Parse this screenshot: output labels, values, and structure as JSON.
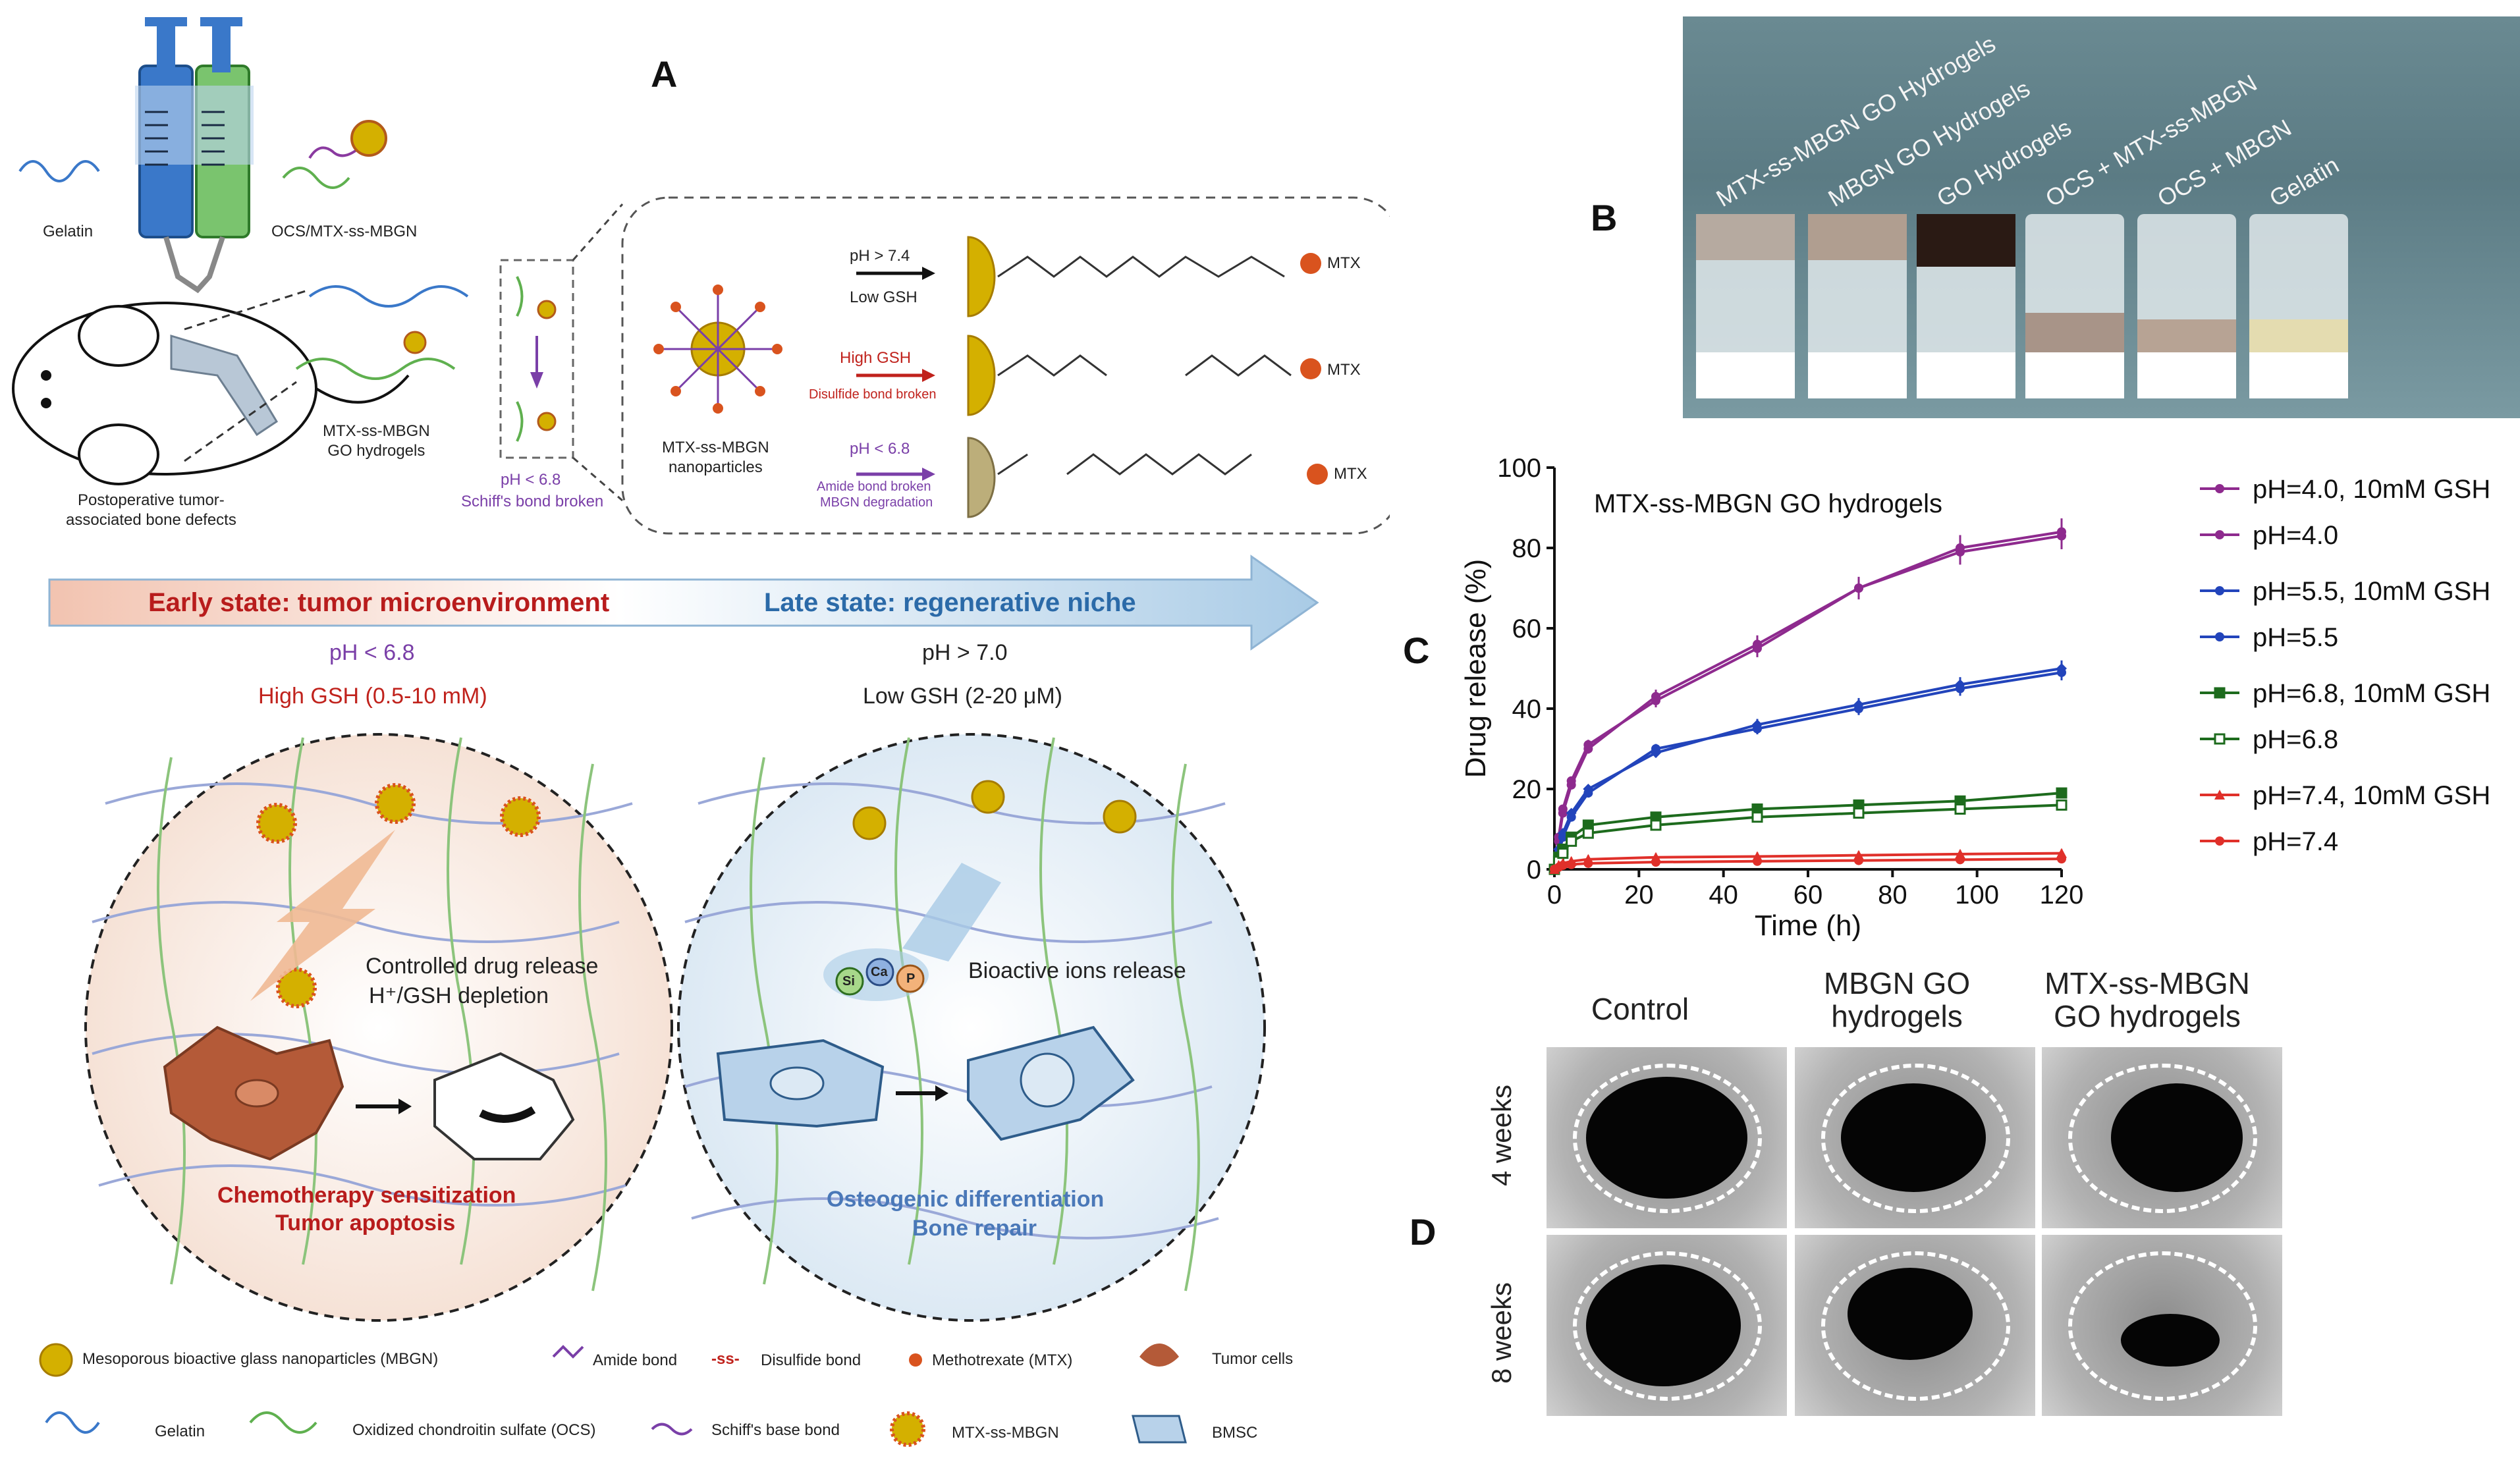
{
  "panels": {
    "a": "A",
    "b": "B",
    "c": "C",
    "d": "D"
  },
  "panelA": {
    "gelatin": "Gelatin",
    "ocs_mtx": "OCS/MTX-ss-MBGN",
    "hydrogel_label": "MTX-ss-MBGN\nGO hydrogels",
    "mouse_label": "Postoperative tumor-\nassociated bone defects",
    "ph68_schiff": "pH < 6.8",
    "schiff_broken": "Schiff's bond broken",
    "np_label": "MTX-ss-MBGN\nnanoparticles",
    "cond1_top": "pH > 7.4",
    "cond1_bottom": "Low GSH",
    "cond2_top": "High GSH",
    "cond2_bottom": "Disulfide bond broken",
    "cond3_top": "pH < 6.8",
    "cond3_bottom1": "Amide bond broken",
    "cond3_bottom2": "MBGN degradation",
    "mtx": "MTX",
    "early_state": "Early state: tumor microenvironment",
    "late_state": "Late state: regenerative niche",
    "early_ph": "pH < 6.8",
    "early_gsh": "High GSH (0.5-10 mM)",
    "late_ph": "pH > 7.0",
    "late_gsh": "Low GSH (2-20 μM)",
    "left_release1": "Controlled drug release",
    "left_release2": "H⁺/GSH depletion",
    "left_outcome1": "Chemotherapy sensitization",
    "left_outcome2": "Tumor apoptosis",
    "right_release": "Bioactive ions release",
    "ion_si": "Si",
    "ion_ca": "Ca",
    "ion_p": "P",
    "right_outcome1": "Osteogenic differentiation",
    "right_outcome2": "Bone repair"
  },
  "legend": {
    "mbgn": "Mesoporous bioactive glass nanoparticles (MBGN)",
    "amide": "Amide bond",
    "disulfide": "Disulfide bond",
    "mtx": "Methotrexate (MTX)",
    "tumor": "Tumor cells",
    "gelatin": "Gelatin",
    "ocs": "Oxidized chondroitin sulfate (OCS)",
    "schiff": "Schiff's base bond",
    "mtx_mbgn": "MTX-ss-MBGN",
    "bmsc": "BMSC",
    "ss_symbol": "-ss-"
  },
  "panelB": {
    "labels": [
      "MTX-ss-MBGN GO Hydrogels",
      "MBGN GO Hydrogels",
      "GO Hydrogels",
      "OCS + MTX-ss-MBGN",
      "OCS + MBGN",
      "Gelatin"
    ]
  },
  "chart_data": {
    "type": "line",
    "title": "MTX-ss-MBGN GO hydrogels",
    "xlabel": "Time (h)",
    "ylabel": "Drug release (%)",
    "xlim": [
      0,
      120
    ],
    "ylim": [
      0,
      100
    ],
    "xticks": [
      0,
      20,
      40,
      60,
      80,
      100,
      120
    ],
    "yticks": [
      0,
      20,
      40,
      60,
      80,
      100
    ],
    "x": [
      0,
      1,
      2,
      4,
      8,
      24,
      48,
      72,
      96,
      120
    ],
    "legend_position": "right",
    "series": [
      {
        "name": "pH=4.0, 10mM GSH",
        "color": "#8e2a8e",
        "marker": "circle-filled",
        "values": [
          0,
          8,
          15,
          22,
          31,
          42,
          55,
          70,
          79,
          83
        ]
      },
      {
        "name": "pH=4.0",
        "color": "#8e2a8e",
        "marker": "circle-filled",
        "values": [
          0,
          7,
          14,
          21,
          30,
          43,
          56,
          70,
          80,
          84
        ]
      },
      {
        "name": "pH=5.5, 10mM GSH",
        "color": "#2244bb",
        "marker": "diamond",
        "values": [
          0,
          5,
          9,
          14,
          20,
          29,
          36,
          41,
          46,
          50
        ]
      },
      {
        "name": "pH=5.5",
        "color": "#2244bb",
        "marker": "circle-filled",
        "values": [
          0,
          4,
          8,
          13,
          19,
          30,
          35,
          40,
          45,
          49
        ]
      },
      {
        "name": "pH=6.8, 10mM GSH",
        "color": "#1d6b1d",
        "marker": "square-filled",
        "values": [
          0,
          3,
          5,
          8,
          11,
          13,
          15,
          16,
          17,
          19
        ]
      },
      {
        "name": "pH=6.8",
        "color": "#1d6b1d",
        "marker": "square-open",
        "values": [
          0,
          2,
          4,
          7,
          9,
          11,
          13,
          14,
          15,
          16
        ]
      },
      {
        "name": "pH=7.4, 10mM GSH",
        "color": "#e0302a",
        "marker": "triangle",
        "values": [
          0,
          1,
          1.5,
          2,
          2.5,
          3,
          3.2,
          3.5,
          3.8,
          4
        ]
      },
      {
        "name": "pH=7.4",
        "color": "#e0302a",
        "marker": "circle-filled",
        "values": [
          0,
          0.5,
          1,
          1.2,
          1.5,
          1.8,
          2,
          2.2,
          2.4,
          2.6
        ]
      }
    ]
  },
  "panelD": {
    "col_labels": [
      "Control",
      "MBGN GO\nhydrogels",
      "MTX-ss-MBGN\nGO hydrogels"
    ],
    "row_labels": [
      "4 weeks",
      "8 weeks"
    ]
  }
}
